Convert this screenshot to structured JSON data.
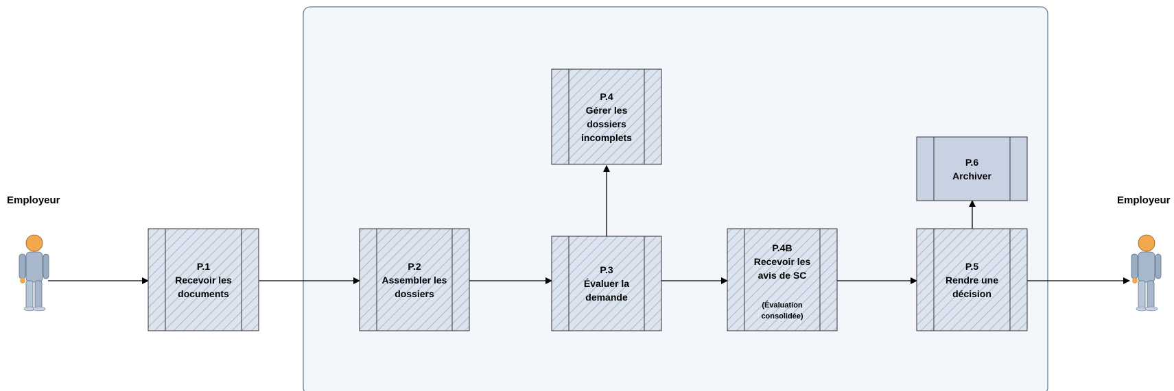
{
  "actors": {
    "left": {
      "label": "Employeur"
    },
    "right": {
      "label": "Employeur"
    }
  },
  "processes": {
    "p1": {
      "lines": [
        "P.1",
        "Recevoir les",
        "documents"
      ],
      "note": []
    },
    "p2": {
      "lines": [
        "P.2",
        "Assembler les",
        "dossiers"
      ],
      "note": []
    },
    "p3": {
      "lines": [
        "P.3",
        "Évaluer la",
        "demande"
      ],
      "note": []
    },
    "p4": {
      "lines": [
        "P.4",
        "Gérer les",
        "dossiers",
        "incomplets"
      ],
      "note": []
    },
    "p4b": {
      "lines": [
        "P.4B",
        "Recevoir les",
        "avis de SC"
      ],
      "note": [
        "(Évaluation",
        "consolidée)"
      ]
    },
    "p5": {
      "lines": [
        "P.5",
        "Rendre une",
        "décision"
      ],
      "note": []
    },
    "p6": {
      "lines": [
        "P.6",
        "Archiver"
      ],
      "note": []
    }
  },
  "colors": {
    "boundary_fill": "#f3f6fa",
    "boundary_stroke": "#5b7a9a",
    "box_fill": "#dde4ee",
    "box_hatch": "#a9b8d4",
    "box_stroke": "#333333",
    "solid_box_fill": "#c8d2e2",
    "arrow": "#000000",
    "actor_skin": "#f2a94e",
    "actor_body": "#a7b8cc"
  }
}
